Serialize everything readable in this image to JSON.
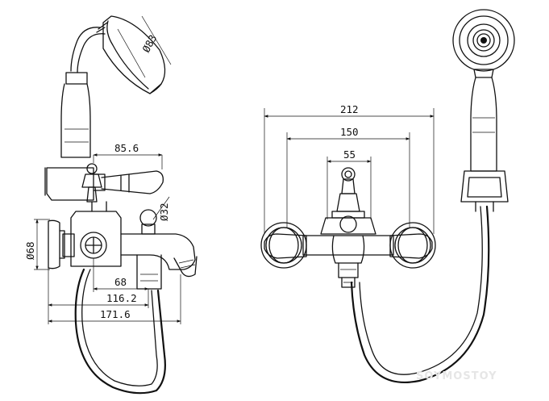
{
  "dimensions": {
    "shower_head_diameter": "Ø83",
    "body_diameter": "Ø68",
    "valve_diameter": "Ø32",
    "depth_spout": "85.6",
    "depth_68": "68",
    "depth_116": "116.2",
    "depth_171": "171.6",
    "width_212": "212",
    "width_150": "150",
    "width_55": "55"
  },
  "watermark": "SOYMOSTOY"
}
